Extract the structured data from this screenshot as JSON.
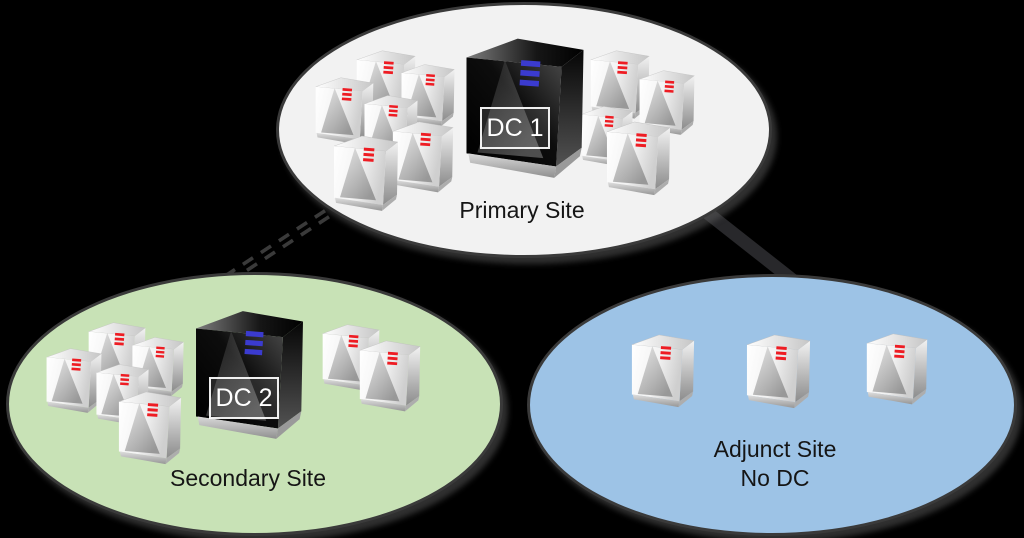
{
  "diagram": {
    "sites": {
      "primary": {
        "label": "Primary Site",
        "fill": "#f2f2f2",
        "dc": {
          "label": "DC 1"
        },
        "member_server_count": 10
      },
      "secondary": {
        "label": "Secondary Site",
        "fill": "#c8e2b6",
        "dc": {
          "label": "DC 2"
        },
        "member_server_count": 7
      },
      "adjunct": {
        "label_line1": "Adjunct Site",
        "label_line2": "No DC",
        "fill": "#9dc3e6",
        "member_server_count": 3
      }
    },
    "connections": [
      {
        "from": "Primary Site",
        "to": "Secondary Site",
        "style": "double-dashed-line"
      },
      {
        "from": "Primary Site",
        "to": "Adjunct Site",
        "style": "solid-line"
      }
    ],
    "colors": {
      "background": "#000000",
      "ellipse_border": "#3a3a3a",
      "server_stripes_red": "#ee1c23",
      "dc_stripes_blue": "#3b3bcf",
      "dc_body": "#0a0a0a",
      "connector": "#28282b",
      "site_label_text": "#151515",
      "dc_label_text": "#ffffff"
    },
    "icons": {
      "server_tower_icon": "white 3D server tower with three red status stripes",
      "domain_controller_icon": "large black 3D server tower with three blue status stripes"
    }
  }
}
